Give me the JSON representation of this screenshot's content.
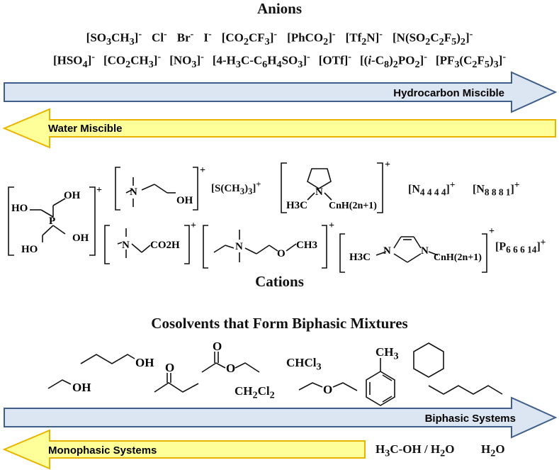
{
  "anions": {
    "title": "Anions",
    "row1": [
      {
        "html": "[SO<sub>3</sub>CH<sub>3</sub>]<sup>-</sup>"
      },
      {
        "html": "Cl<sup>-</sup>"
      },
      {
        "html": "Br<sup>-</sup>"
      },
      {
        "html": "I<sup>-</sup>"
      },
      {
        "html": "[CO<sub>2</sub>CF<sub>3</sub>]<sup>-</sup>"
      },
      {
        "html": "[PhCO<sub>2</sub>]<sup>-</sup>"
      },
      {
        "html": "[Tf<sub>2</sub>N]<sup>-</sup>"
      },
      {
        "html": "[N(SO<sub>2</sub>C<sub>2</sub>F<sub>5</sub>)<sub>2</sub>]<sup>-</sup>"
      }
    ],
    "row2": [
      {
        "html": "[HSO<sub>4</sub>]<sup>-</sup>"
      },
      {
        "html": "[CO<sub>2</sub>CH<sub>3</sub>]<sup>-</sup>"
      },
      {
        "html": "[NO<sub>3</sub>]<sup>-</sup>"
      },
      {
        "html": "[4-H<sub>3</sub>C-C<sub>6</sub>H<sub>4</sub>SO<sub>3</sub>]<sup>-</sup>"
      },
      {
        "html": "[OTf]<sup>-</sup>"
      },
      {
        "html": "[(<i>i</i>-C<sub>8</sub>)<sub>2</sub>PO<sub>2</sub>]<sup>-</sup>"
      },
      {
        "html": "[PF<sub>3</sub>(C<sub>2</sub>F<sub>5</sub>)<sub>3</sub>]<sup>-</sup>"
      }
    ]
  },
  "arrows": {
    "hydrocarbon": "Hydrocarbon Miscible",
    "water": "Water Miscible",
    "biphasic": "Biphasic Systems",
    "monophasic": "Monophasic Systems",
    "colors": {
      "blue_fill": "#dce6f2",
      "blue_stroke": "#3f5f8a",
      "yellow_fill": "#ffff99",
      "yellow_stroke": "#e8b400"
    }
  },
  "cations": {
    "title": "Cations",
    "phosphonium_labels": {
      "ho1": "HO",
      "oh1": "OH",
      "ho2": "HO",
      "oh2": "OH",
      "p": "P",
      "charge": "+"
    },
    "choline": {
      "n": "N",
      "oh": "OH",
      "charge": "+"
    },
    "sulfonium": "[S(CH3)3]+",
    "pyrrolidinium": {
      "n": "N",
      "left": "H3C",
      "right": "CnH(2n+1)",
      "charge": "+"
    },
    "n4444": "[N4444]+",
    "n8881": "[N8881]+",
    "betaine": {
      "n": "N",
      "acid": "CO2H",
      "charge": "+"
    },
    "methoxy": {
      "n": "N",
      "o": "O",
      "ch3": "CH3",
      "charge": "+"
    },
    "imidazolium": {
      "left": "H3C",
      "n1": "N",
      "n2": "N",
      "right": "CnH(2n+1)",
      "charge": "+"
    },
    "p66614": "[P66614]+"
  },
  "cosolvents": {
    "title": "Cosolvents that Form Biphasic Mixtures",
    "butanol_oh": "OH",
    "ethanol_oh": "OH",
    "butanone_o": "O",
    "ethylacetate_o1": "O",
    "ethylacetate_o2": "O",
    "chcl3": "CHCl3",
    "ch2cl2": "CH2Cl2",
    "ether_o": "O",
    "toluene_ch3": "CH3",
    "methanol_water": "H3C-OH / H2O",
    "water": "H2O"
  }
}
